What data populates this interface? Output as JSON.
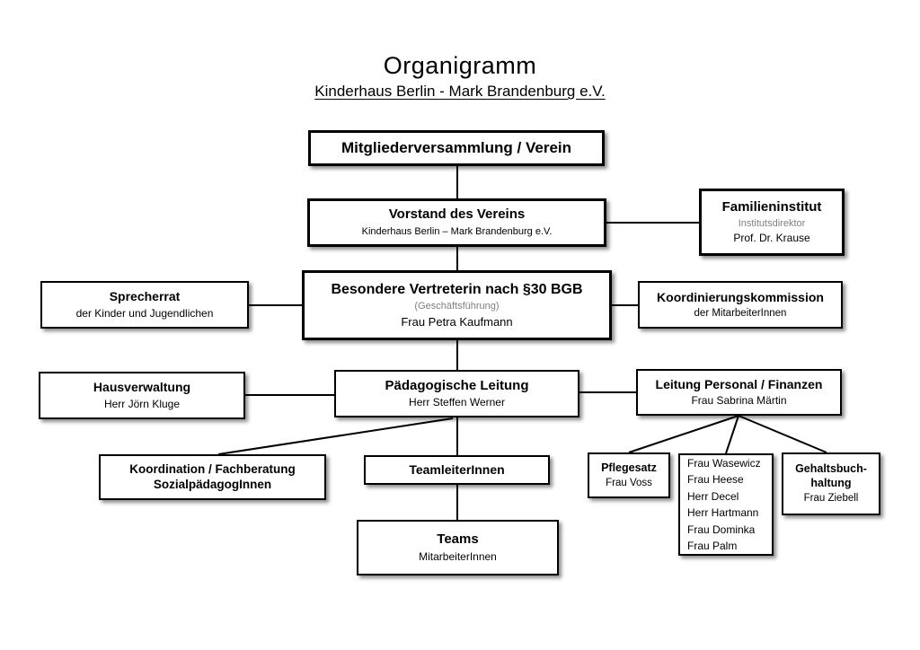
{
  "page": {
    "title": "Organigramm",
    "subtitle": "Kinderhaus Berlin - Mark Brandenburg e.V."
  },
  "colors": {
    "text": "#000000",
    "muted": "#7f7f7f",
    "line": "#000000",
    "background": "#ffffff"
  },
  "boxes": {
    "mitgliederversammlung": {
      "title": "Mitgliederversammlung / Verein"
    },
    "vorstand": {
      "title": "Vorstand des Vereins",
      "subtitle": "Kinderhaus Berlin – Mark Brandenburg e.V."
    },
    "familieninstitut": {
      "title": "Familieninstitut",
      "role": "Institutsdirektor",
      "person": "Prof. Dr. Krause"
    },
    "besondere_vertreterin": {
      "title": "Besondere Vertreterin nach §30 BGB",
      "role": "(Geschäftsführung)",
      "person": "Frau Petra Kaufmann"
    },
    "sprecherrat": {
      "title": "Sprecherrat",
      "subtitle": "der Kinder und Jugendlichen"
    },
    "koordinierungskommission": {
      "title": "Koordinierungskommission",
      "subtitle": "der MitarbeiterInnen"
    },
    "hausverwaltung": {
      "title": "Hausverwaltung",
      "person": "Herr Jörn Kluge"
    },
    "paedagogische_leitung": {
      "title": "Pädagogische Leitung",
      "person": "Herr Steffen Werner"
    },
    "leitung_personal_finanzen": {
      "title": "Leitung Personal / Finanzen",
      "person": "Frau Sabrina Märtin"
    },
    "koordination_fachberatung": {
      "line1": "Koordination / Fachberatung",
      "line2": "SozialpädagogInnen"
    },
    "teamleiterinnen": {
      "title": "TeamleiterInnen"
    },
    "teams": {
      "title": "Teams",
      "subtitle": "MitarbeiterInnen"
    },
    "pflegesatz": {
      "title": "Pflegesatz",
      "person": "Frau Voss"
    },
    "personal_finanzen_team": {
      "members": [
        "Frau Wasewicz",
        "Frau Heese",
        "Herr Decel",
        "Herr Hartmann",
        "Frau Dominka",
        "Frau Palm"
      ]
    },
    "gehaltsbuchhaltung": {
      "title_line1": "Gehaltsbuch-",
      "title_line2": "haltung",
      "person": "Frau Ziebell"
    }
  }
}
